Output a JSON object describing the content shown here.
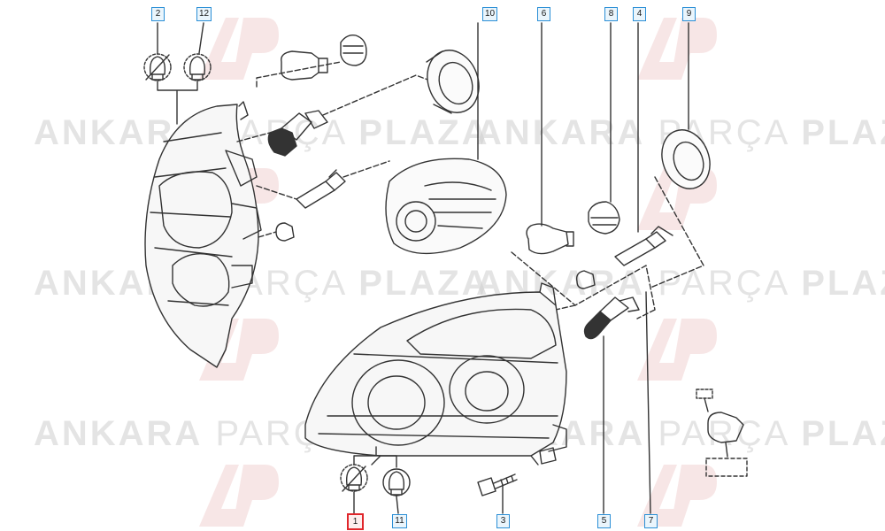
{
  "watermark": {
    "word1": "ANKARA",
    "word2": "PARÇA",
    "word3": "PLAZA",
    "logo": "AP-logo"
  },
  "callouts": [
    {
      "id": "c2",
      "label": "2"
    },
    {
      "id": "c12",
      "label": "12"
    },
    {
      "id": "c10",
      "label": "10"
    },
    {
      "id": "c6",
      "label": "6"
    },
    {
      "id": "c8",
      "label": "8"
    },
    {
      "id": "c4",
      "label": "4"
    },
    {
      "id": "c9",
      "label": "9"
    },
    {
      "id": "c1",
      "label": "1",
      "highlight": true
    },
    {
      "id": "c11",
      "label": "11"
    },
    {
      "id": "c3",
      "label": "3"
    },
    {
      "id": "c5",
      "label": "5"
    },
    {
      "id": "c7",
      "label": "7"
    }
  ],
  "colors": {
    "line": "#333333",
    "callout_border": "#2b8fd6",
    "highlight": "#e0262b",
    "watermark": "#cfcfcf"
  }
}
